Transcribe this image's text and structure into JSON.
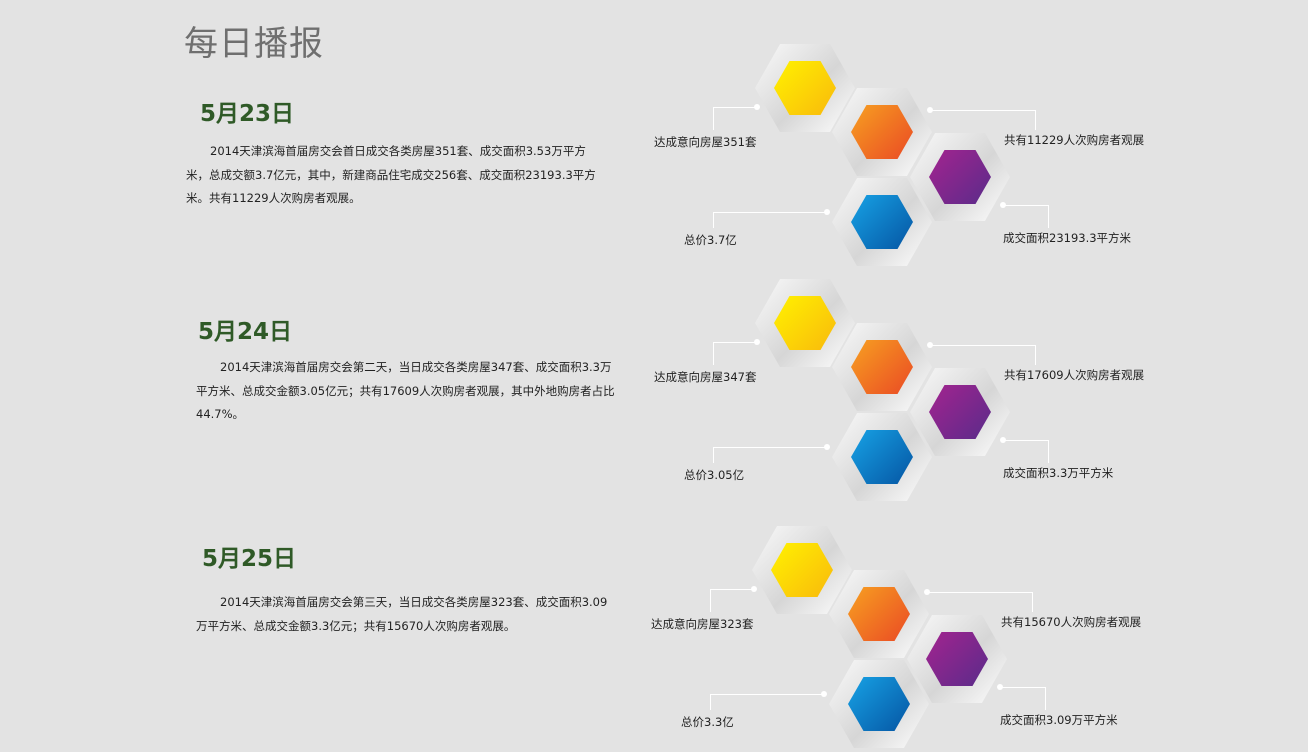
{
  "logo": "每日播报",
  "days": [
    {
      "date": "5月23日",
      "text": "2014天津滨海首届房交会首日成交各类房屋351套、成交面积3.53万平方米，总成交额3.7亿元，其中，新建商品住宅成交256套、成交面积23193.3平方米。共有11229人次购房者观展。",
      "houses": "达成意向房屋351套",
      "visitors": "共有11229人次购房者观展",
      "price": "总价3.7亿",
      "area": "成交面积23193.3平方米"
    },
    {
      "date": "5月24日",
      "text": "2014天津滨海首届房交会第二天，当日成交各类房屋347套、成交面积3.3万平方米、总成交金额3.05亿元；共有17609人次购房者观展，其中外地购房者占比44.7%。",
      "houses": "达成意向房屋347套",
      "visitors": "共有17609人次购房者观展",
      "price": "总价3.05亿",
      "area": "成交面积3.3万平方米"
    },
    {
      "date": "5月25日",
      "text": "2014天津滨海首届房交会第三天，当日成交各类房屋323套、成交面积3.09万平方米、总成交金额3.3亿元；共有15670人次购房者观展。",
      "houses": "达成意向房屋323套",
      "visitors": "共有15670人次购房者观展",
      "price": "总价3.3亿",
      "area": "成交面积3.09万平方米"
    }
  ],
  "colors": {
    "date": "#2f5a27",
    "yellow": "#fcd20a",
    "orange": "#ef6a23",
    "purple": "#7e2a8d",
    "blue": "#0b7cc7"
  }
}
